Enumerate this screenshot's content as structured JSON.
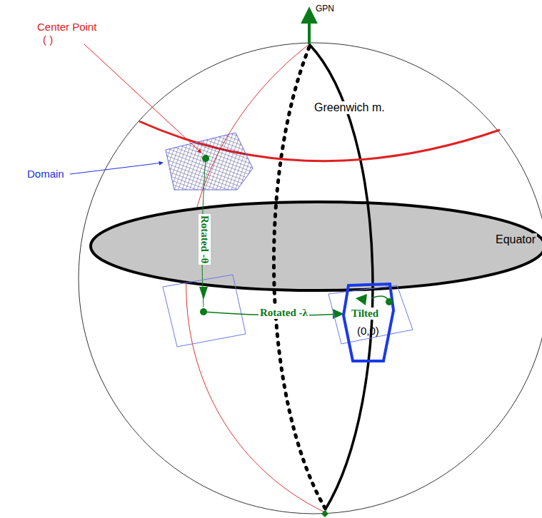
{
  "diagram": {
    "labels": [
      "GPN",
      "Center Point",
      "( )",
      "Domain",
      "Greenwich m.",
      "Equator",
      "Rotated -θ",
      "Rotated -λ",
      "Tilted",
      "(0,0)"
    ]
  }
}
